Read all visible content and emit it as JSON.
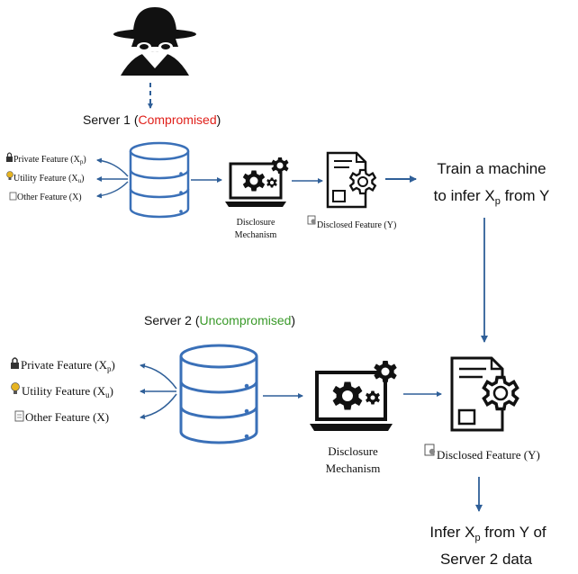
{
  "server1": {
    "label": "Server 1",
    "open_paren": "(",
    "status": "Compromised",
    "close_paren": ")",
    "status_color": "#e0201a",
    "features": [
      {
        "icon": "lock-icon",
        "text": "Private Feature (X",
        "sub": "p",
        "end": ")"
      },
      {
        "icon": "lightbulb-icon",
        "text": "Utility Feature (X",
        "sub": "u",
        "end": ")"
      },
      {
        "icon": "document-icon",
        "text": "Other Feature (X)",
        "sub": "",
        "end": ""
      }
    ],
    "mechanism": {
      "line1": "Disclosure",
      "line2": "Mechanism"
    },
    "disclosed": {
      "text": "Disclosed Feature (Y)"
    }
  },
  "train": {
    "line1": "Train a machine",
    "line2_prefix": "to infer X",
    "line2_sub": "p",
    "line2_suffix": " from Y"
  },
  "server2": {
    "label": "Server 2",
    "open_paren": "(",
    "status": "Uncompromised",
    "close_paren": ")",
    "status_color": "#3a9a2a",
    "features": [
      {
        "icon": "lock-icon",
        "text": "Private Feature (X",
        "sub": "p",
        "end": ")"
      },
      {
        "icon": "lightbulb-icon",
        "text": "Utility Feature (X",
        "sub": "u",
        "end": ")"
      },
      {
        "icon": "document-icon",
        "text": "Other Feature (X)",
        "sub": "",
        "end": ""
      }
    ],
    "mechanism": {
      "line1": "Disclosure",
      "line2": "Mechanism"
    },
    "disclosed": {
      "text": "Disclosed Feature (Y)"
    }
  },
  "infer": {
    "line1_prefix": "Infer X",
    "line1_sub": "p",
    "line1_suffix": " from Y of",
    "line2": "Server 2 data"
  },
  "colors": {
    "db_blue": "#3a70b8",
    "arrow_blue": "#2f5f98",
    "dark": "#111111"
  }
}
